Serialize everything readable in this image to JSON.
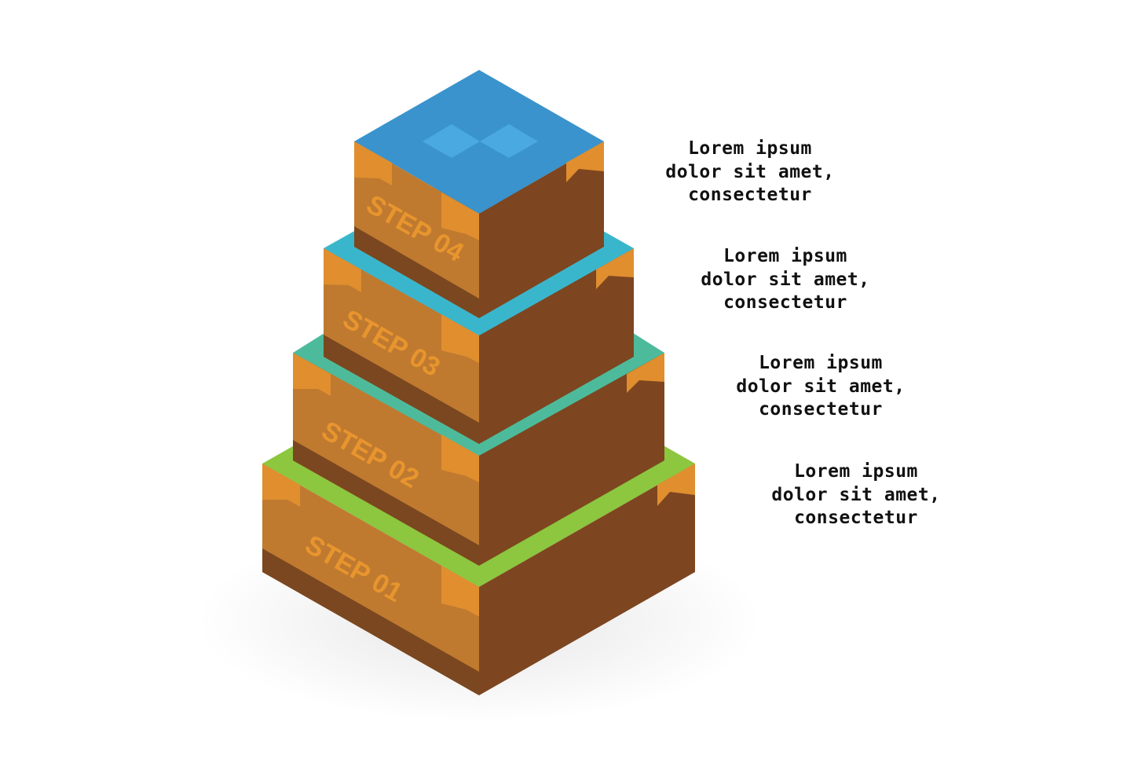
{
  "steps": [
    {
      "label": "STEP 01",
      "top_color": "#8dc63f",
      "text": [
        "Lorem ipsum",
        "dolor sit amet,",
        "consectetur"
      ]
    },
    {
      "label": "STEP 02",
      "top_color": "#4dbb9b",
      "text": [
        "Lorem ipsum",
        "dolor sit amet,",
        "consectetur"
      ]
    },
    {
      "label": "STEP 03",
      "top_color": "#3ab6cc",
      "text": [
        "Lorem ipsum",
        "dolor sit amet,",
        "consectetur"
      ]
    },
    {
      "label": "STEP 04",
      "top_color": "#3a93cc",
      "text": [
        "Lorem ipsum",
        "dolor sit amet,",
        "consectetur"
      ]
    }
  ],
  "colors": {
    "left_face": "#bf7a30",
    "left_face_band": "#7a4720",
    "right_face": "#7d4620",
    "corner_notch": "#e08e2e",
    "label_color": "#e8952e",
    "water_highlight": "#4aa9e0"
  }
}
